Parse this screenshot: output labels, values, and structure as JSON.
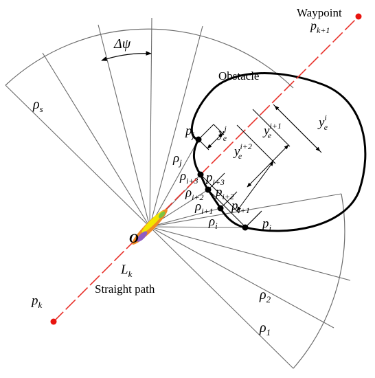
{
  "labels": {
    "waypoint": "Waypoint",
    "p_k1_base": "p",
    "p_k1_sub": "k+1",
    "obstacle": "Obstacle",
    "delta_psi": "Δψ",
    "rho_s_base": "ρ",
    "rho_s_sub": "s",
    "origin": "O",
    "lk_base": "L",
    "lk_sub": "k",
    "straight_path": "Straight path",
    "pk_base": "p",
    "pk_sub": "k",
    "rho2_base": "ρ",
    "rho2_sub": "2",
    "rho1_base": "ρ",
    "rho1_sub": "1",
    "pj_base": "p",
    "pj_sub": "j",
    "rhoj_base": "ρ",
    "rhoj_sub": "j",
    "rho_i3_base": "ρ",
    "rho_i3_sub": "i+3",
    "p_i3_base": "p",
    "p_i3_sub": "i+3",
    "rho_i2_base": "ρ",
    "rho_i2_sub": "i+2",
    "p_i2_base": "p",
    "p_i2_sub": "i+2",
    "rho_i1_base": "ρ",
    "rho_i1_sub": "i+1",
    "p_i1_base": "p",
    "p_i1_sub": "i+1",
    "rho_i_base": "ρ",
    "rho_i_sub": "i",
    "p_i_base": "p",
    "p_i_sub": "i",
    "ye_base": "y",
    "ye_sub": "e",
    "ye_j_sup": "j",
    "ye_i2_sup": "i+2",
    "ye_i1_sup": "i+1",
    "ye_i_sup": "i"
  },
  "colors": {
    "path": "#e8312a",
    "waypoint": "#e8140f",
    "lines": "#6b6b6b",
    "obstacle": "#000000",
    "vessel_yellow": "#f2e600",
    "vessel_orange": "#f08a24",
    "vessel_purple": "#8e5cc4"
  }
}
